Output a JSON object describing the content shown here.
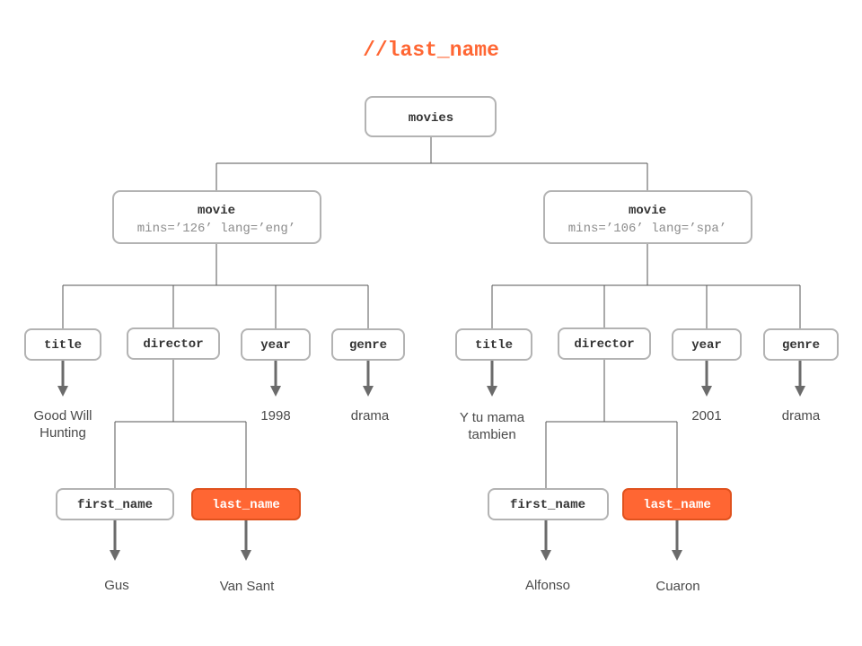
{
  "query": "//last_name",
  "colors": {
    "accent": "#ff6633",
    "node_border": "#b3b3b3",
    "text": "#333333",
    "attr_text": "#8c8c8c",
    "edge": "#555555"
  },
  "root": {
    "tag": "movies"
  },
  "movies": [
    {
      "tag": "movie",
      "attrs": "mins=’126’ lang=’eng’",
      "title": {
        "tag": "title",
        "value": [
          "Good Will",
          "Hunting"
        ]
      },
      "director": {
        "tag": "director",
        "first_name": {
          "tag": "first_name",
          "value": "Gus"
        },
        "last_name": {
          "tag": "last_name",
          "value": "Van Sant",
          "highlighted": true
        }
      },
      "year": {
        "tag": "year",
        "value": "1998"
      },
      "genre": {
        "tag": "genre",
        "value": "drama"
      }
    },
    {
      "tag": "movie",
      "attrs": "mins=’106’ lang=’spa’",
      "title": {
        "tag": "title",
        "value": [
          "Y tu mama",
          "tambien"
        ]
      },
      "director": {
        "tag": "director",
        "first_name": {
          "tag": "first_name",
          "value": "Alfonso"
        },
        "last_name": {
          "tag": "last_name",
          "value": "Cuaron",
          "highlighted": true
        }
      },
      "year": {
        "tag": "year",
        "value": "2001"
      },
      "genre": {
        "tag": "genre",
        "value": "drama"
      }
    }
  ]
}
